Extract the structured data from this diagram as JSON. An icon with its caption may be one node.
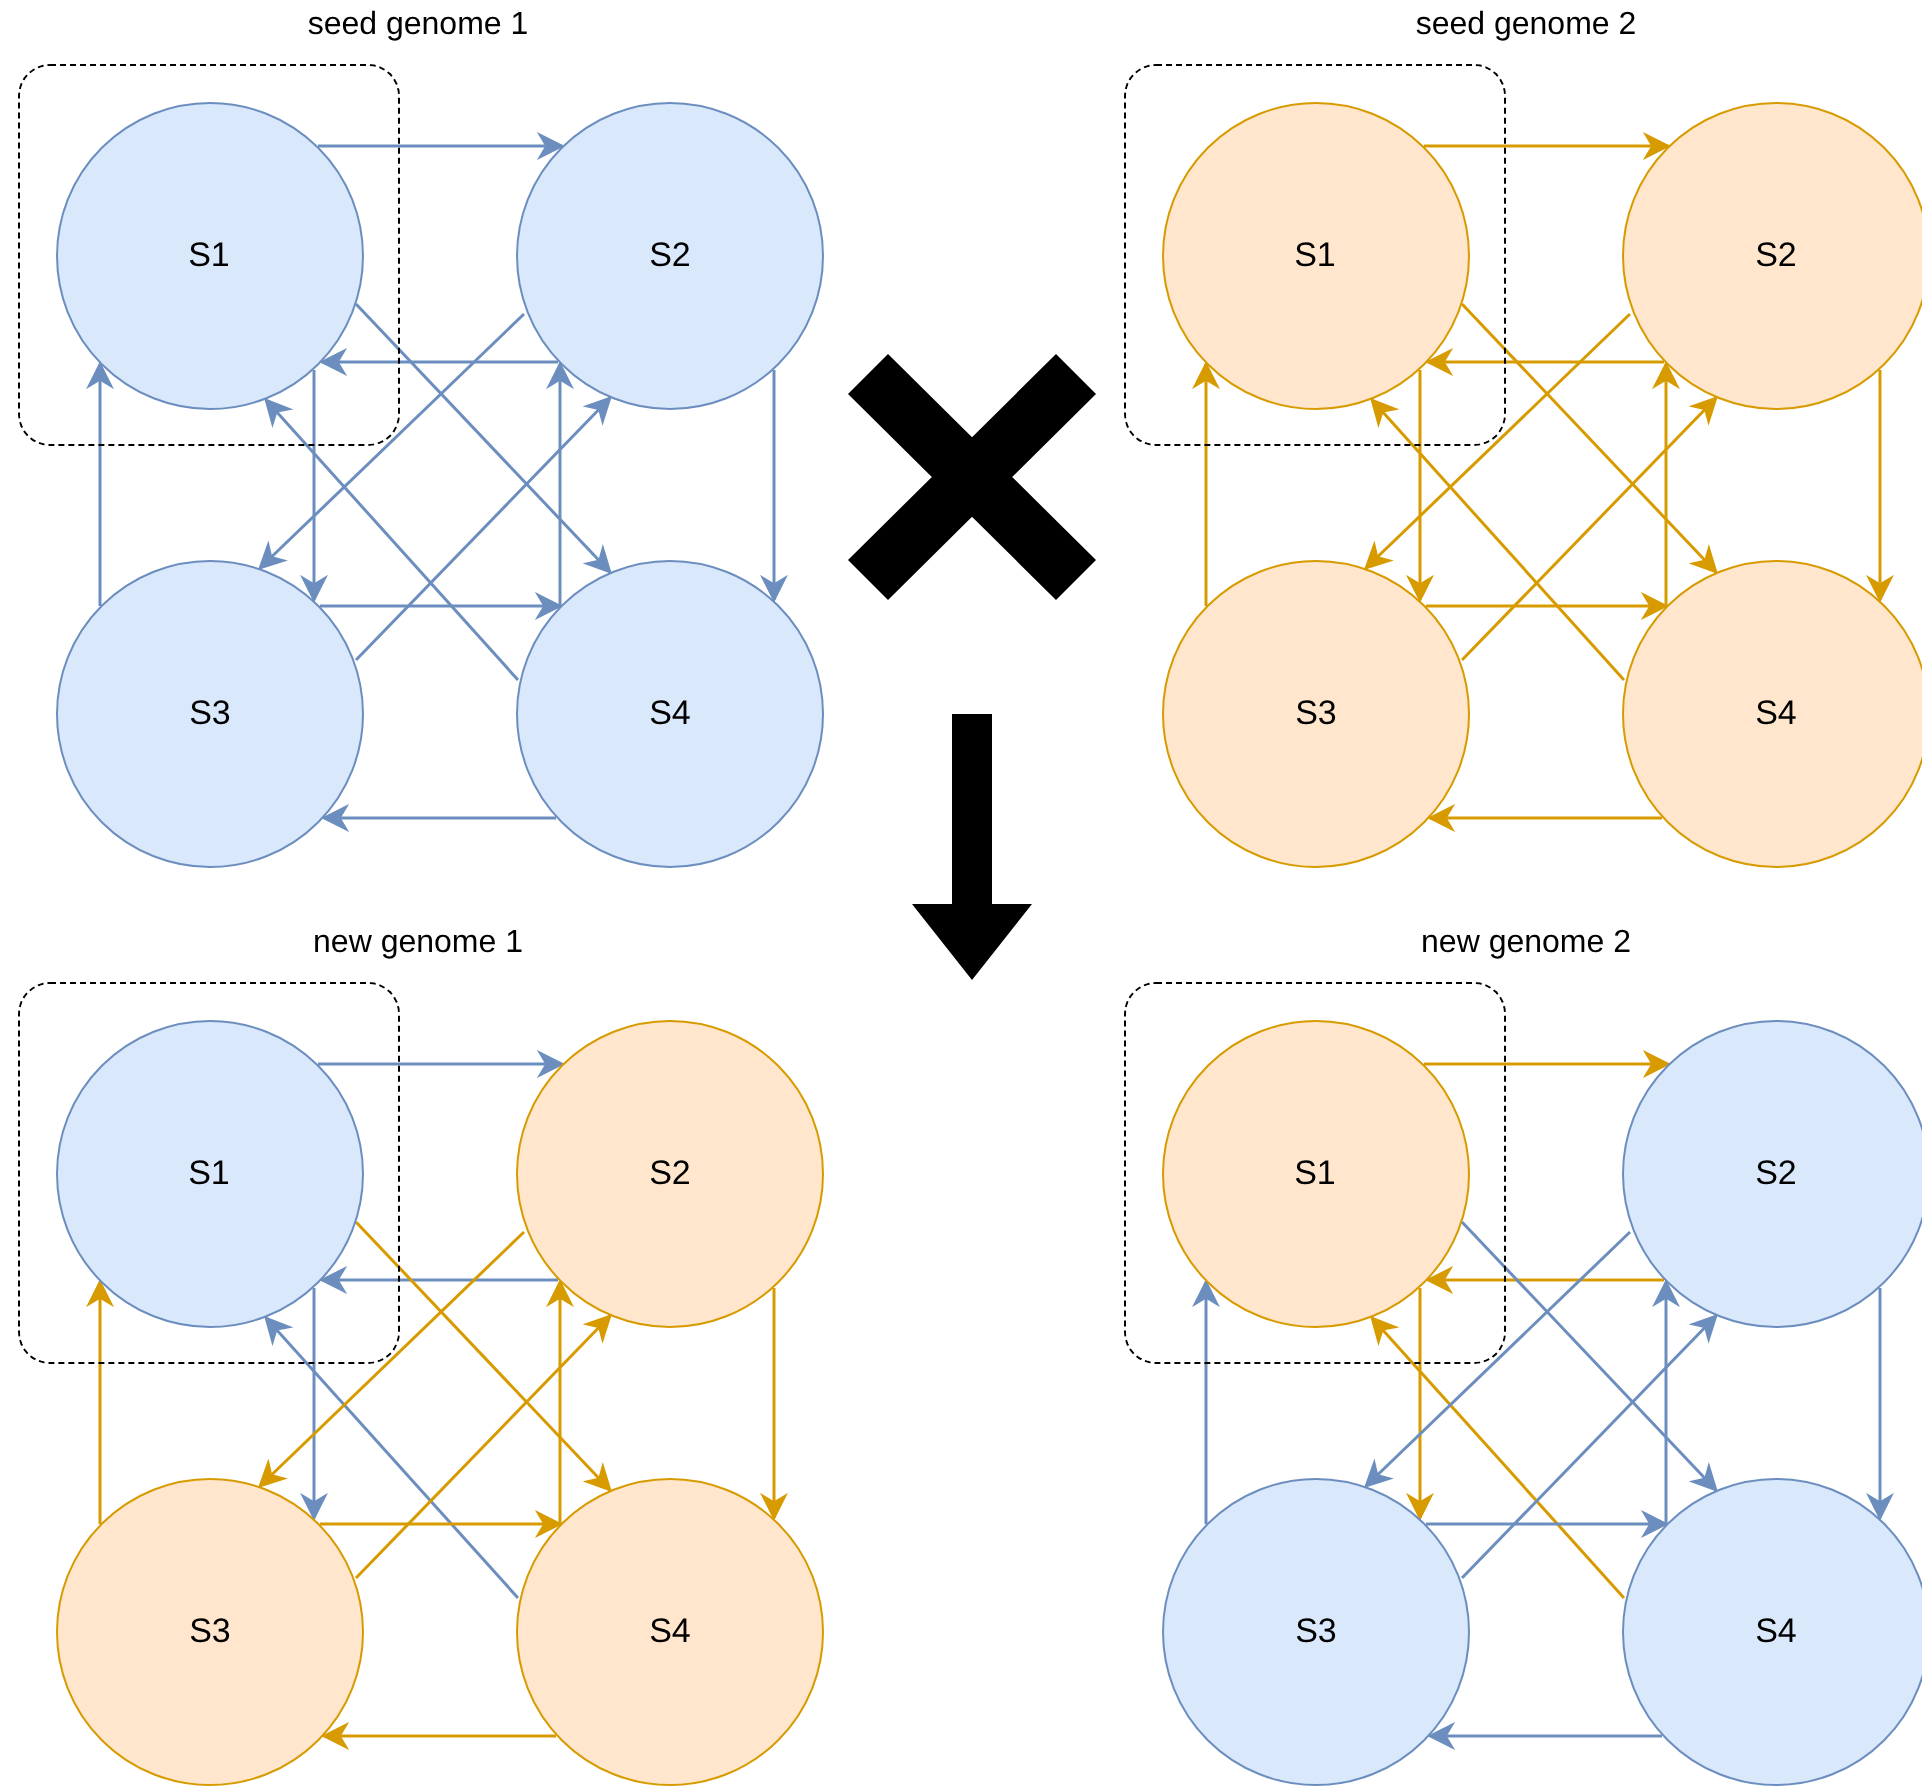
{
  "diagram": {
    "nodes": [
      {
        "text": [],
        "shape": "box"
      },
      {
        "text": [
          "S1"
        ],
        "in": 0
      },
      {
        "text": [
          "S2"
        ]
      },
      {
        "text": [
          "S3"
        ]
      },
      {
        "text": [
          "S4"
        ]
      },
      {
        "text": [],
        "shape": "box"
      },
      {
        "text": [
          "S1"
        ],
        "in": 5
      },
      {
        "text": [
          "S2"
        ]
      },
      {
        "text": [
          "S3"
        ]
      },
      {
        "text": [
          "S4"
        ]
      },
      {
        "text": [],
        "shape": "box"
      },
      {
        "text": [
          "S1"
        ],
        "in": 10
      },
      {
        "text": [
          "S2"
        ]
      },
      {
        "text": [
          "S3"
        ]
      },
      {
        "text": [
          "S4"
        ]
      },
      {
        "text": [],
        "shape": "box"
      },
      {
        "text": [
          "S1"
        ],
        "in": 15
      },
      {
        "text": [
          "S2"
        ]
      },
      {
        "text": [
          "S3"
        ]
      },
      {
        "text": [
          "S4"
        ]
      }
    ],
    "edges": [
      {
        "from": 1,
        "to": 2,
        "arrow": "to"
      },
      {
        "from": 2,
        "to": 1,
        "arrow": "to"
      },
      {
        "from": 1,
        "to": 3,
        "arrow": "to"
      },
      {
        "from": 3,
        "to": 1,
        "arrow": "to"
      },
      {
        "from": 1,
        "to": 4,
        "arrow": "to"
      },
      {
        "from": 4,
        "to": 1,
        "arrow": "to"
      },
      {
        "from": 2,
        "to": 3,
        "arrow": "to"
      },
      {
        "from": 3,
        "to": 2,
        "arrow": "to"
      },
      {
        "from": 2,
        "to": 4,
        "arrow": "to"
      },
      {
        "from": 4,
        "to": 2,
        "arrow": "to"
      },
      {
        "from": 3,
        "to": 4,
        "arrow": "to"
      },
      {
        "from": 4,
        "to": 3,
        "arrow": "to"
      },
      {
        "from": 6,
        "to": 7,
        "arrow": "to",
        "color": "#d79b00"
      },
      {
        "from": 7,
        "to": 6,
        "arrow": "to",
        "color": "#d79b00"
      },
      {
        "from": 6,
        "to": 8,
        "arrow": "to",
        "color": "#d79b00"
      },
      {
        "from": 8,
        "to": 6,
        "arrow": "to",
        "color": "#d79b00"
      },
      {
        "from": 6,
        "to": 9,
        "arrow": "to",
        "color": "#d79b00"
      },
      {
        "from": 9,
        "to": 6,
        "arrow": "to",
        "color": "#d79b00"
      },
      {
        "from": 7,
        "to": 8,
        "arrow": "to",
        "color": "#d79b00"
      },
      {
        "from": 8,
        "to": 7,
        "arrow": "to",
        "color": "#d79b00"
      },
      {
        "from": 7,
        "to": 9,
        "arrow": "to",
        "color": "#d79b00"
      },
      {
        "from": 9,
        "to": 7,
        "arrow": "to",
        "color": "#d79b00"
      },
      {
        "from": 8,
        "to": 9,
        "arrow": "to",
        "color": "#d79b00"
      },
      {
        "from": 9,
        "to": 8,
        "arrow": "to",
        "color": "#d79b00"
      },
      {
        "from": 11,
        "to": 12,
        "arrow": "to"
      },
      {
        "from": 12,
        "to": 11,
        "arrow": "to"
      },
      {
        "from": 11,
        "to": 13,
        "arrow": "to"
      },
      {
        "from": 13,
        "to": 11,
        "arrow": "to",
        "color": "#d79b00"
      },
      {
        "from": 11,
        "to": 14,
        "arrow": "to",
        "color": "#d79b00"
      },
      {
        "from": 14,
        "to": 11,
        "arrow": "to"
      },
      {
        "from": 12,
        "to": 13,
        "arrow": "to",
        "color": "#d79b00"
      },
      {
        "from": 13,
        "to": 12,
        "arrow": "to",
        "color": "#d79b00"
      },
      {
        "from": 12,
        "to": 14,
        "arrow": "to",
        "color": "#d79b00"
      },
      {
        "from": 14,
        "to": 12,
        "arrow": "to",
        "color": "#d79b00"
      },
      {
        "from": 13,
        "to": 14,
        "arrow": "to",
        "color": "#d79b00"
      },
      {
        "from": 14,
        "to": 13,
        "arrow": "to",
        "color": "#d79b00"
      },
      {
        "from": 16,
        "to": 17,
        "arrow": "to",
        "color": "#d79b00"
      },
      {
        "from": 17,
        "to": 16,
        "arrow": "to",
        "color": "#d79b00"
      },
      {
        "from": 16,
        "to": 18,
        "arrow": "to",
        "color": "#d79b00"
      },
      {
        "from": 18,
        "to": 16,
        "arrow": "to"
      },
      {
        "from": 16,
        "to": 19,
        "arrow": "to"
      },
      {
        "from": 19,
        "to": 16,
        "arrow": "to",
        "color": "#d79b00"
      },
      {
        "from": 17,
        "to": 18,
        "arrow": "to"
      },
      {
        "from": 18,
        "to": 17,
        "arrow": "to"
      },
      {
        "from": 17,
        "to": 19,
        "arrow": "to"
      },
      {
        "from": 19,
        "to": 17,
        "arrow": "to"
      },
      {
        "from": 18,
        "to": 19,
        "arrow": "to"
      },
      {
        "from": 19,
        "to": 18,
        "arrow": "to"
      }
    ],
    "labels": [
      "seed genome 1",
      "seed genome 2",
      "new genome 1",
      "new genome 2"
    ]
  }
}
